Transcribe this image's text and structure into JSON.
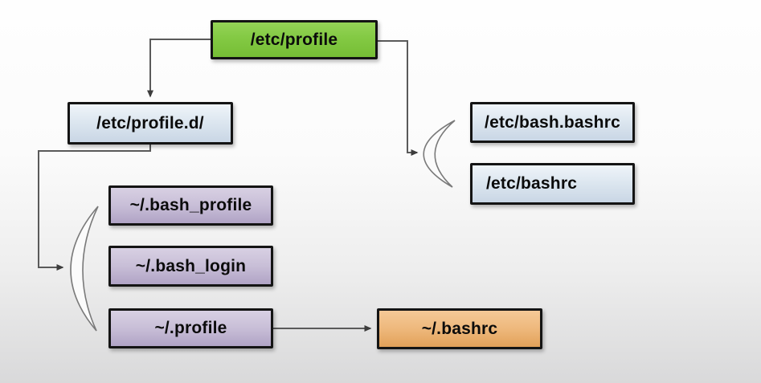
{
  "diagram": {
    "type": "flowchart",
    "topic": "bash shell startup configuration files",
    "nodes": {
      "etc_profile": {
        "label": "/etc/profile",
        "fill": "green"
      },
      "etc_profile_d": {
        "label": "/etc/profile.d/",
        "fill": "blue"
      },
      "etc_bash_bashrc": {
        "label": "/etc/bash.bashrc",
        "fill": "blue"
      },
      "etc_bashrc": {
        "label": "/etc/bashrc",
        "fill": "blue"
      },
      "bash_profile": {
        "label": "~/.bash_profile",
        "fill": "purple"
      },
      "bash_login": {
        "label": "~/.bash_login",
        "fill": "purple"
      },
      "profile": {
        "label": "~/.profile",
        "fill": "purple"
      },
      "bashrc": {
        "label": "~/.bashrc",
        "fill": "orange"
      }
    },
    "edges": [
      {
        "from": "etc_profile",
        "to": "etc_profile_d"
      },
      {
        "from": "etc_profile",
        "to": "group:etc_bash_bashrc,etc_bashrc"
      },
      {
        "from": "etc_profile_d",
        "to": "group:bash_profile,bash_login,profile"
      },
      {
        "from": "profile",
        "to": "bashrc"
      }
    ],
    "colors": {
      "green": "#83c943",
      "blue": "#dde7f0",
      "purple": "#c8bed7",
      "orange": "#eeb87c",
      "node_border": "#141414",
      "arrow": "#5a5a5a",
      "background_top": "#fefefe",
      "background_bottom": "#d9d9da"
    }
  }
}
